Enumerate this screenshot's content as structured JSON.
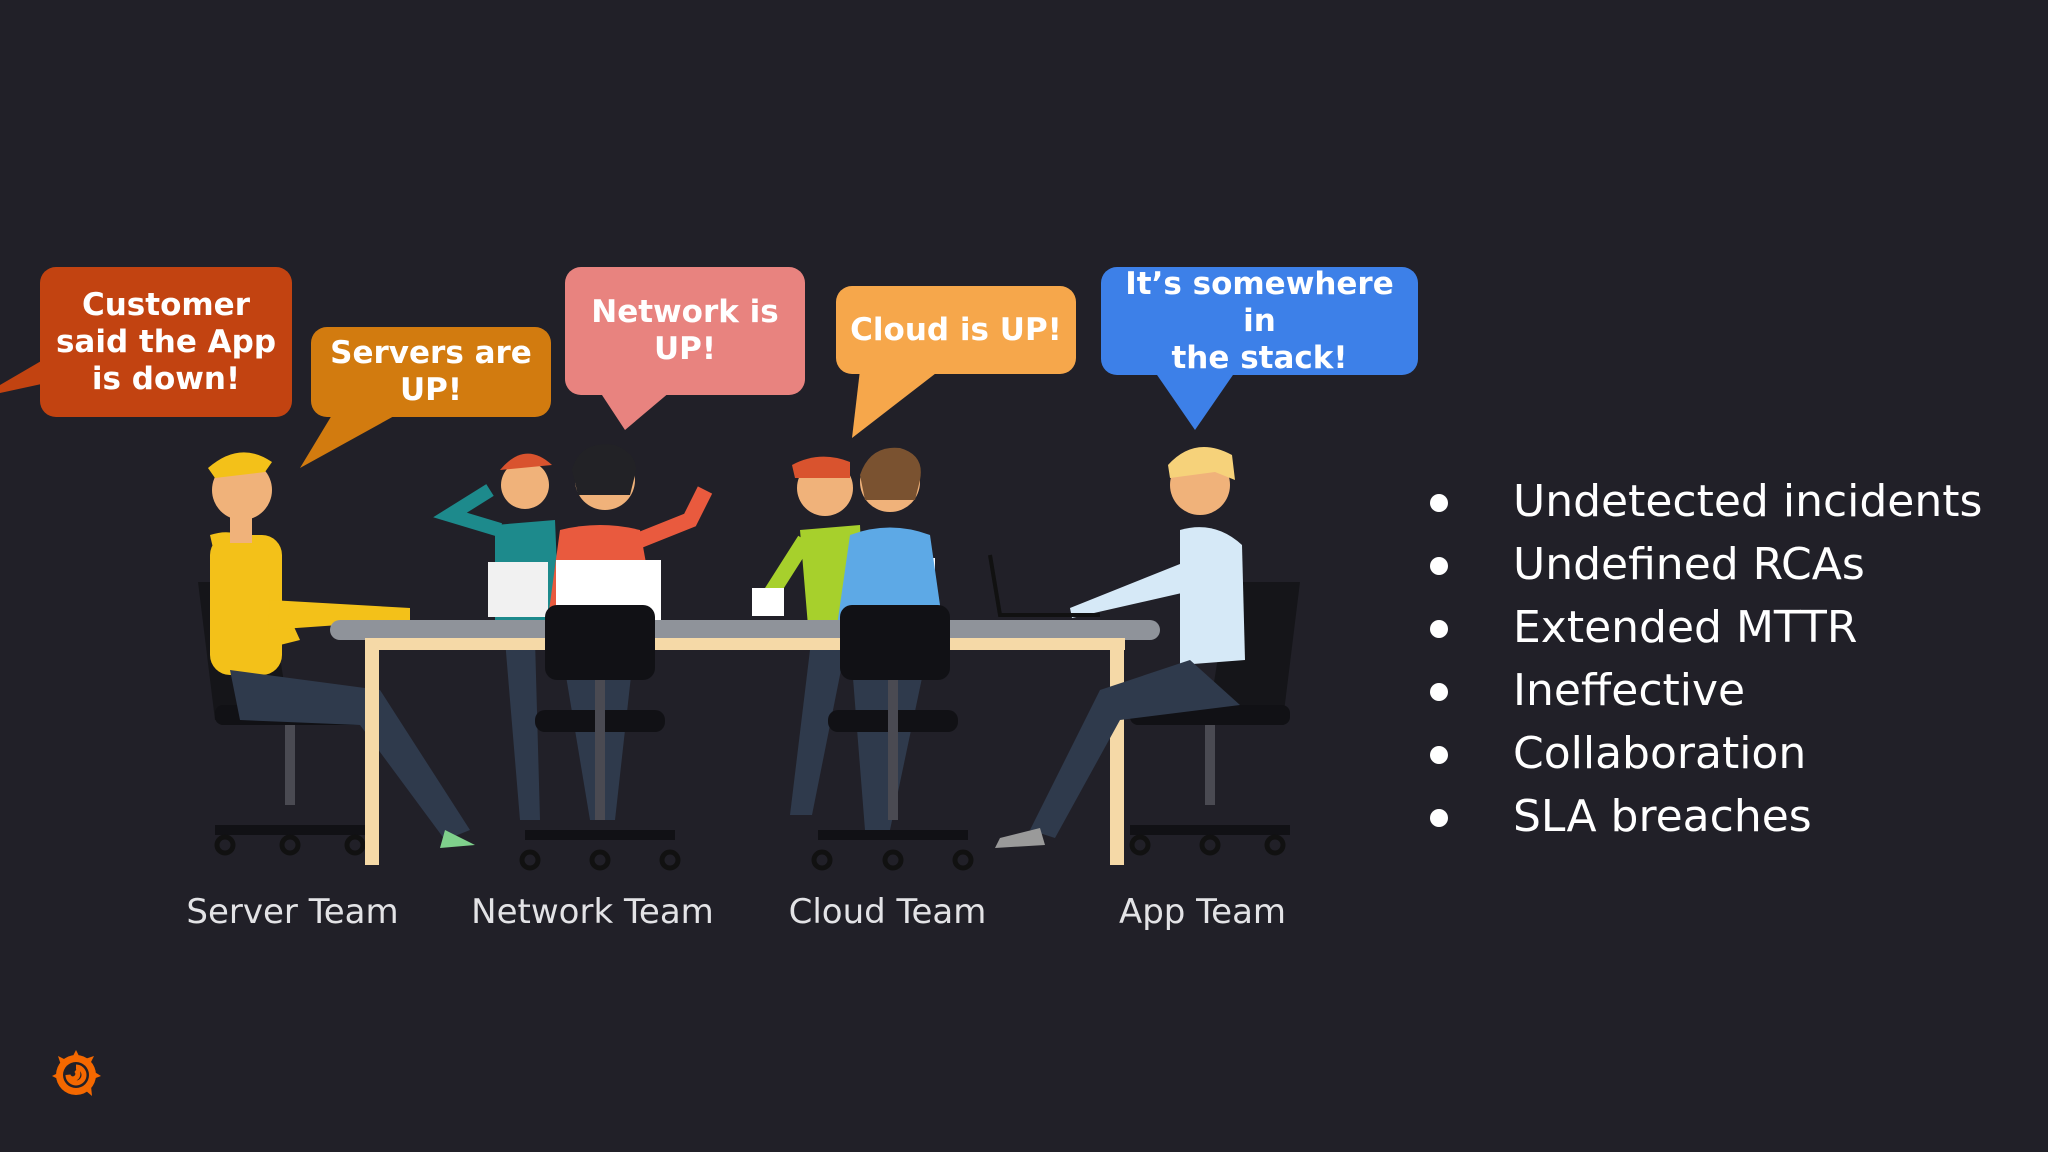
{
  "bubbles": [
    {
      "id": "customer",
      "text": "Customer\nsaid the App\nis down!",
      "color": "#c24311"
    },
    {
      "id": "servers",
      "text": "Servers are\nUP!",
      "color": "#d27b0f"
    },
    {
      "id": "network",
      "text": "Network is\nUP!",
      "color": "#e8837f"
    },
    {
      "id": "cloud",
      "text": "Cloud is UP!",
      "color": "#f6a74b"
    },
    {
      "id": "app",
      "text": "It’s somewhere in\nthe stack!",
      "color": "#3d80e8"
    }
  ],
  "teams": [
    {
      "label": "Server Team"
    },
    {
      "label": "Network Team"
    },
    {
      "label": "Cloud Team"
    },
    {
      "label": "App Team"
    }
  ],
  "bullets": [
    "Undetected incidents",
    "Undefined RCAs",
    "Extended MTTR",
    "Ineffective",
    "Collaboration",
    "SLA breaches"
  ],
  "logo": {
    "icon": "grafana-logo-icon",
    "color": "#f46800"
  }
}
